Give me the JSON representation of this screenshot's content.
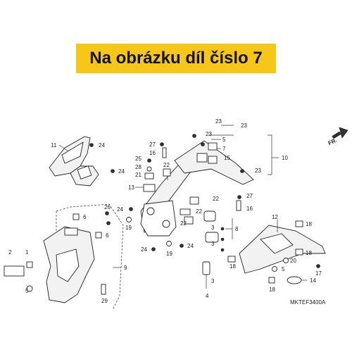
{
  "banner": {
    "title": "Na obrázku díl číslo 7",
    "background": "#f6c619"
  },
  "fr_label": "FR.",
  "code": "MKTEF3400A",
  "callouts": {
    "c1": "1",
    "c2": "2",
    "c3": "3",
    "c4": "4",
    "c5": "5",
    "c6": "6",
    "c7": "7",
    "c8": "8",
    "c9": "9",
    "c10": "10",
    "c11": "11",
    "c12": "12",
    "c13": "13",
    "c14": "14",
    "c15": "15",
    "c16a": "16",
    "c16b": "16",
    "c17": "17",
    "c18a": "18",
    "c18b": "18",
    "c18c": "18",
    "c18d": "18",
    "c19a": "19",
    "c19b": "19",
    "c20": "20",
    "c21": "21",
    "c22a": "22",
    "c22b": "22",
    "c22c": "22",
    "c22d": "22",
    "c23a": "23",
    "c23b": "23",
    "c23c": "23",
    "c24a": "24",
    "c24b": "24",
    "c24c": "24",
    "c24d": "24",
    "c24e": "24",
    "c25": "25",
    "c26": "26",
    "c27a": "27",
    "c27b": "27",
    "c28": "28",
    "c29": "29"
  }
}
